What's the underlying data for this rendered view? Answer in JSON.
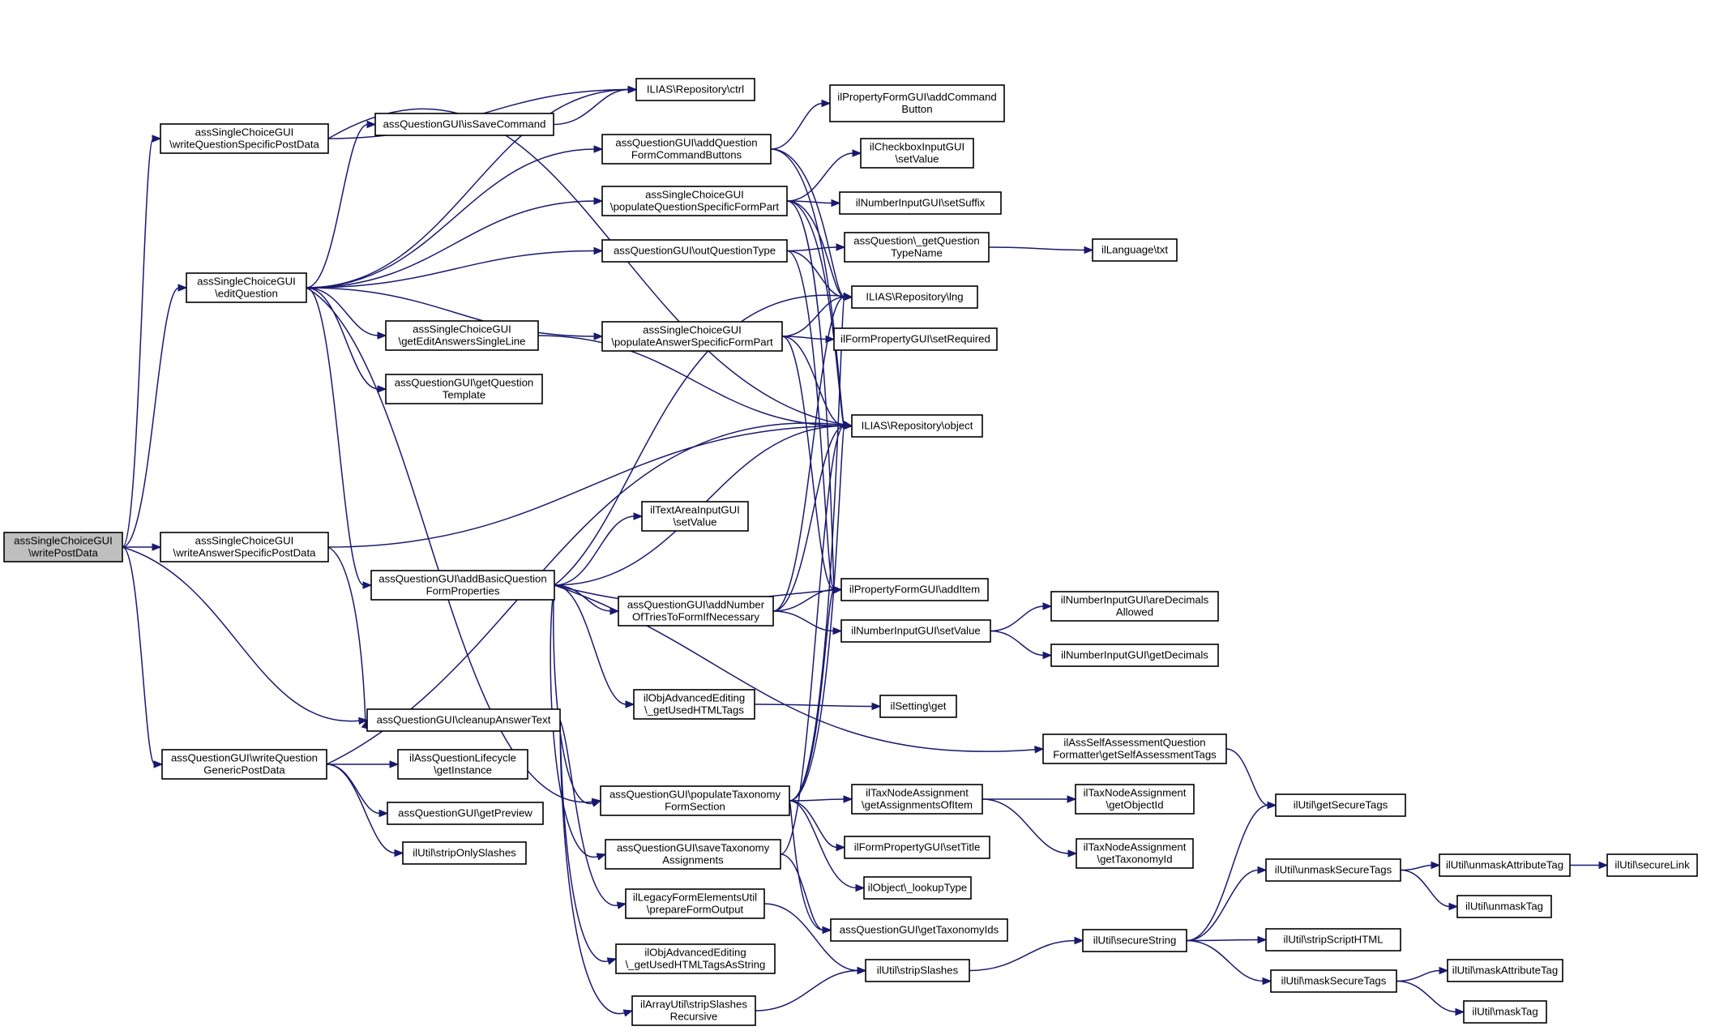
{
  "nodes": [
    {
      "id": "n0",
      "lines": [
        "assSingleChoiceGUI",
        "\\writePostData"
      ],
      "root": true
    },
    {
      "id": "n1",
      "lines": [
        "assSingleChoiceGUI",
        "\\writeQuestionSpecificPostData"
      ]
    },
    {
      "id": "n2",
      "lines": [
        "assSingleChoiceGUI",
        "\\editQuestion"
      ]
    },
    {
      "id": "n3",
      "lines": [
        "assSingleChoiceGUI",
        "\\writeAnswerSpecificPostData"
      ]
    },
    {
      "id": "n4",
      "lines": [
        "assQuestionGUI\\writeQuestion",
        "GenericPostData"
      ]
    },
    {
      "id": "n5",
      "lines": [
        "ILIAS\\Repository\\ctrl"
      ]
    },
    {
      "id": "n6",
      "lines": [
        "assQuestionGUI\\isSaveCommand"
      ]
    },
    {
      "id": "n7",
      "lines": [
        "assQuestionGUI\\addQuestion",
        "FormCommandButtons"
      ]
    },
    {
      "id": "n8",
      "lines": [
        "assSingleChoiceGUI",
        "\\populateQuestionSpecificFormPart"
      ]
    },
    {
      "id": "n9",
      "lines": [
        "assQuestionGUI\\outQuestionType"
      ]
    },
    {
      "id": "n10",
      "lines": [
        "assSingleChoiceGUI",
        "\\getEditAnswersSingleLine"
      ]
    },
    {
      "id": "n11",
      "lines": [
        "assSingleChoiceGUI",
        "\\populateAnswerSpecificFormPart"
      ]
    },
    {
      "id": "n12",
      "lines": [
        "assQuestionGUI\\getQuestion",
        "Template"
      ]
    },
    {
      "id": "n13",
      "lines": [
        "assQuestionGUI\\addBasicQuestion",
        "FormProperties"
      ]
    },
    {
      "id": "n14",
      "lines": [
        "ilTextAreaInputGUI",
        "\\setValue"
      ]
    },
    {
      "id": "n15",
      "lines": [
        "assQuestionGUI\\addNumber",
        "OfTriesToFormIfNecessary"
      ]
    },
    {
      "id": "n16",
      "lines": [
        "assQuestionGUI\\cleanupAnswerText"
      ]
    },
    {
      "id": "n17",
      "lines": [
        "ilObjAdvancedEditing",
        "\\_getUsedHTMLTags"
      ]
    },
    {
      "id": "n18",
      "lines": [
        "ilAssQuestionLifecycle",
        "\\getInstance"
      ]
    },
    {
      "id": "n19",
      "lines": [
        "assQuestionGUI\\getPreview"
      ]
    },
    {
      "id": "n20",
      "lines": [
        "ilUtil\\stripOnlySlashes"
      ]
    },
    {
      "id": "n21",
      "lines": [
        "assQuestionGUI\\populateTaxonomy",
        "FormSection"
      ]
    },
    {
      "id": "n22",
      "lines": [
        "assQuestionGUI\\saveTaxonomy",
        "Assignments"
      ]
    },
    {
      "id": "n23",
      "lines": [
        "ilLegacyFormElementsUtil",
        "\\prepareFormOutput"
      ]
    },
    {
      "id": "n24",
      "lines": [
        "ilObjAdvancedEditing",
        "\\_getUsedHTMLTagsAsString"
      ]
    },
    {
      "id": "n25",
      "lines": [
        "ilArrayUtil\\stripSlashes",
        "Recursive"
      ]
    },
    {
      "id": "n26",
      "lines": [
        "ilPropertyFormGUI\\addCommand",
        "Button"
      ]
    },
    {
      "id": "n27",
      "lines": [
        "ilCheckboxInputGUI",
        "\\setValue"
      ]
    },
    {
      "id": "n28",
      "lines": [
        "ilNumberInputGUI\\setSuffix"
      ]
    },
    {
      "id": "n29",
      "lines": [
        "assQuestion\\_getQuestion",
        "TypeName"
      ]
    },
    {
      "id": "n30",
      "lines": [
        "ILIAS\\Repository\\lng"
      ]
    },
    {
      "id": "n31",
      "lines": [
        "ilFormPropertyGUI\\setRequired"
      ]
    },
    {
      "id": "n32",
      "lines": [
        "ILIAS\\Repository\\object"
      ]
    },
    {
      "id": "n33",
      "lines": [
        "ilPropertyFormGUI\\addItem"
      ]
    },
    {
      "id": "n34",
      "lines": [
        "ilNumberInputGUI\\setValue"
      ]
    },
    {
      "id": "n35",
      "lines": [
        "ilSetting\\get"
      ]
    },
    {
      "id": "n36",
      "lines": [
        "ilTaxNodeAssignment",
        "\\getAssignmentsOfItem"
      ]
    },
    {
      "id": "n37",
      "lines": [
        "ilFormPropertyGUI\\setTitle"
      ]
    },
    {
      "id": "n38",
      "lines": [
        "ilObject\\_lookupType"
      ]
    },
    {
      "id": "n39",
      "lines": [
        "assQuestionGUI\\getTaxonomyIds"
      ]
    },
    {
      "id": "n40",
      "lines": [
        "ilUtil\\stripSlashes"
      ]
    },
    {
      "id": "n41",
      "lines": [
        "ilLanguage\\txt"
      ]
    },
    {
      "id": "n42",
      "lines": [
        "ilNumberInputGUI\\areDecimals",
        "Allowed"
      ]
    },
    {
      "id": "n43",
      "lines": [
        "ilNumberInputGUI\\getDecimals"
      ]
    },
    {
      "id": "n44",
      "lines": [
        "ilAssSelfAssessmentQuestion",
        "Formatter\\getSelfAssessmentTags"
      ]
    },
    {
      "id": "n45",
      "lines": [
        "ilTaxNodeAssignment",
        "\\getObjectId"
      ]
    },
    {
      "id": "n46",
      "lines": [
        "ilTaxNodeAssignment",
        "\\getTaxonomyId"
      ]
    },
    {
      "id": "n47",
      "lines": [
        "ilUtil\\getSecureTags"
      ]
    },
    {
      "id": "n48",
      "lines": [
        "ilUtil\\secureString"
      ]
    },
    {
      "id": "n49",
      "lines": [
        "ilUtil\\unmaskSecureTags"
      ]
    },
    {
      "id": "n50",
      "lines": [
        "ilUtil\\stripScriptHTML"
      ]
    },
    {
      "id": "n51",
      "lines": [
        "ilUtil\\maskSecureTags"
      ]
    },
    {
      "id": "n52",
      "lines": [
        "ilUtil\\unmaskAttributeTag"
      ]
    },
    {
      "id": "n53",
      "lines": [
        "ilUtil\\unmaskTag"
      ]
    },
    {
      "id": "n54",
      "lines": [
        "ilUtil\\maskAttributeTag"
      ]
    },
    {
      "id": "n55",
      "lines": [
        "ilUtil\\maskTag"
      ]
    },
    {
      "id": "n56",
      "lines": [
        "ilUtil\\secureLink"
      ]
    }
  ],
  "edges": [
    [
      "n0",
      "n1"
    ],
    [
      "n0",
      "n2"
    ],
    [
      "n0",
      "n3"
    ],
    [
      "n0",
      "n4"
    ],
    [
      "n0",
      "n16"
    ],
    [
      "n1",
      "n5"
    ],
    [
      "n1",
      "n32"
    ],
    [
      "n2",
      "n5"
    ],
    [
      "n2",
      "n6"
    ],
    [
      "n2",
      "n7"
    ],
    [
      "n2",
      "n8"
    ],
    [
      "n2",
      "n9"
    ],
    [
      "n2",
      "n10"
    ],
    [
      "n2",
      "n11"
    ],
    [
      "n2",
      "n12"
    ],
    [
      "n2",
      "n13"
    ],
    [
      "n2",
      "n21"
    ],
    [
      "n3",
      "n32"
    ],
    [
      "n3",
      "n16"
    ],
    [
      "n4",
      "n18"
    ],
    [
      "n4",
      "n19"
    ],
    [
      "n4",
      "n20"
    ],
    [
      "n4",
      "n32"
    ],
    [
      "n6",
      "n5"
    ],
    [
      "n7",
      "n26"
    ],
    [
      "n7",
      "n30"
    ],
    [
      "n7",
      "n32"
    ],
    [
      "n8",
      "n27"
    ],
    [
      "n8",
      "n28"
    ],
    [
      "n8",
      "n30"
    ],
    [
      "n8",
      "n32"
    ],
    [
      "n8",
      "n33"
    ],
    [
      "n9",
      "n29"
    ],
    [
      "n9",
      "n30"
    ],
    [
      "n9",
      "n33"
    ],
    [
      "n10",
      "n32"
    ],
    [
      "n11",
      "n30"
    ],
    [
      "n11",
      "n31"
    ],
    [
      "n11",
      "n32"
    ],
    [
      "n11",
      "n33"
    ],
    [
      "n13",
      "n14"
    ],
    [
      "n13",
      "n15"
    ],
    [
      "n13",
      "n17"
    ],
    [
      "n13",
      "n30"
    ],
    [
      "n13",
      "n32"
    ],
    [
      "n13",
      "n33"
    ],
    [
      "n13",
      "n21"
    ],
    [
      "n13",
      "n22"
    ],
    [
      "n13",
      "n44"
    ],
    [
      "n15",
      "n30"
    ],
    [
      "n15",
      "n32"
    ],
    [
      "n15",
      "n33"
    ],
    [
      "n15",
      "n34"
    ],
    [
      "n16",
      "n23"
    ],
    [
      "n16",
      "n24"
    ],
    [
      "n16",
      "n25"
    ],
    [
      "n17",
      "n35"
    ],
    [
      "n21",
      "n30"
    ],
    [
      "n21",
      "n32"
    ],
    [
      "n21",
      "n33"
    ],
    [
      "n21",
      "n36"
    ],
    [
      "n21",
      "n37"
    ],
    [
      "n21",
      "n38"
    ],
    [
      "n21",
      "n39"
    ],
    [
      "n22",
      "n32"
    ],
    [
      "n22",
      "n39"
    ],
    [
      "n23",
      "n40"
    ],
    [
      "n25",
      "n40"
    ],
    [
      "n29",
      "n41"
    ],
    [
      "n34",
      "n42"
    ],
    [
      "n34",
      "n43"
    ],
    [
      "n36",
      "n45"
    ],
    [
      "n36",
      "n46"
    ],
    [
      "n40",
      "n48"
    ],
    [
      "n44",
      "n47"
    ],
    [
      "n48",
      "n47"
    ],
    [
      "n48",
      "n49"
    ],
    [
      "n48",
      "n50"
    ],
    [
      "n48",
      "n51"
    ],
    [
      "n49",
      "n52"
    ],
    [
      "n49",
      "n53"
    ],
    [
      "n51",
      "n54"
    ],
    [
      "n51",
      "n55"
    ],
    [
      "n52",
      "n56"
    ]
  ]
}
